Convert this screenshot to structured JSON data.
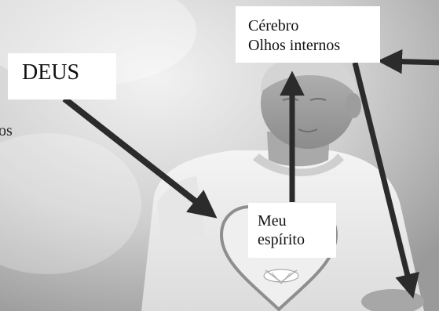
{
  "labels": {
    "deus": "DEUS",
    "brain_line1": "Cérebro",
    "brain_line2": "Olhos internos",
    "spirit_line1": "Meu",
    "spirit_line2": "espírito",
    "side_fragment": "os"
  },
  "colors": {
    "background": "#d9d9d9",
    "arrow": "#2b2b2b",
    "box": "#ffffff",
    "text": "#111111"
  },
  "icons": [
    "person-photo",
    "heart-frame-icon",
    "dove-icon"
  ]
}
